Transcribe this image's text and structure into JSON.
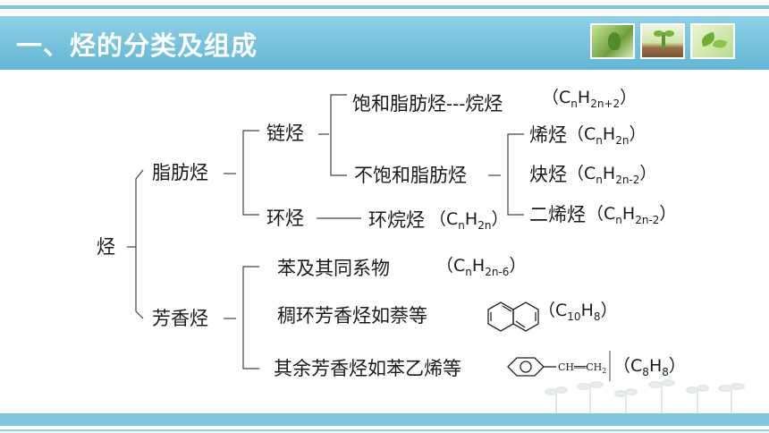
{
  "header": {
    "title": "一、烃的分类及组成"
  },
  "tree": {
    "root": "烃",
    "aliphatic": "脂肪烃",
    "chain": "链烃",
    "saturated": "饱和脂肪烃---烷烃",
    "saturated_formula": {
      "open": "（",
      "c": "C",
      "c_sub": "n",
      "h": "H",
      "h_sub": "2n+2",
      "close": "）"
    },
    "unsaturated": "不饱和脂肪烃",
    "alkene": "烯烃",
    "alkene_formula": {
      "open": "（",
      "c": "C",
      "c_sub": "n",
      "h": "H",
      "h_sub": "2n",
      "close": "）"
    },
    "alkyne": "炔烃",
    "alkyne_formula": {
      "open": "（",
      "c": "C",
      "c_sub": "n",
      "h": "H",
      "h_sub": "2n-2",
      "close": "）"
    },
    "diene": "二烯烃",
    "diene_formula": {
      "open": "（",
      "c": "C",
      "c_sub": "n",
      "h": "H",
      "h_sub": "2n-2",
      "close": "）"
    },
    "cyclic": "环烃",
    "cycloalkane": "环烷烃",
    "cycloalkane_formula": {
      "open": "（",
      "c": "C",
      "c_sub": "n",
      "h": "H",
      "h_sub": "2n",
      "close": "）"
    },
    "aromatic": "芳香烃",
    "benzene_homologs": "苯及其同系物",
    "benzene_formula": {
      "open": "（",
      "c": "C",
      "c_sub": "n",
      "h": "H",
      "h_sub": "2n-6",
      "close": "）"
    },
    "fused": "稠环芳香烃如萘等",
    "naphthalene_formula": {
      "open": "（",
      "c": "C",
      "c_sub": "10",
      "h": "H",
      "h_sub": "8",
      "close": "）"
    },
    "other_aromatic": "其余芳香烃如苯乙烯等",
    "styrene_chain": {
      "left": "CH",
      "bond": "══",
      "right": "CH",
      "right_sub": "2"
    },
    "styrene_formula": {
      "open": "（",
      "c": "C",
      "c_sub": "8",
      "h": "H",
      "h_sub": "8",
      "close": "）"
    }
  }
}
